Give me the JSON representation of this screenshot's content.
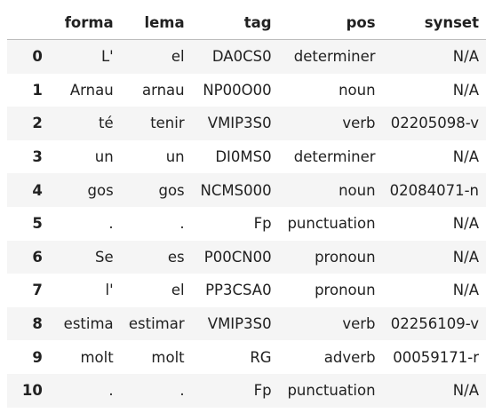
{
  "table": {
    "columns": [
      "",
      "forma",
      "lema",
      "tag",
      "pos",
      "synset"
    ],
    "rows": [
      {
        "index": "0",
        "forma": "L'",
        "lema": "el",
        "tag": "DA0CS0",
        "pos": "determiner",
        "synset": "N/A"
      },
      {
        "index": "1",
        "forma": "Arnau",
        "lema": "arnau",
        "tag": "NP00O00",
        "pos": "noun",
        "synset": "N/A"
      },
      {
        "index": "2",
        "forma": "té",
        "lema": "tenir",
        "tag": "VMIP3S0",
        "pos": "verb",
        "synset": "02205098-v"
      },
      {
        "index": "3",
        "forma": "un",
        "lema": "un",
        "tag": "DI0MS0",
        "pos": "determiner",
        "synset": "N/A"
      },
      {
        "index": "4",
        "forma": "gos",
        "lema": "gos",
        "tag": "NCMS000",
        "pos": "noun",
        "synset": "02084071-n"
      },
      {
        "index": "5",
        "forma": ".",
        "lema": ".",
        "tag": "Fp",
        "pos": "punctuation",
        "synset": "N/A"
      },
      {
        "index": "6",
        "forma": "Se",
        "lema": "es",
        "tag": "P00CN00",
        "pos": "pronoun",
        "synset": "N/A"
      },
      {
        "index": "7",
        "forma": "l'",
        "lema": "el",
        "tag": "PP3CSA0",
        "pos": "pronoun",
        "synset": "N/A"
      },
      {
        "index": "8",
        "forma": "estima",
        "lema": "estimar",
        "tag": "VMIP3S0",
        "pos": "verb",
        "synset": "02256109-v"
      },
      {
        "index": "9",
        "forma": "molt",
        "lema": "molt",
        "tag": "RG",
        "pos": "adverb",
        "synset": "00059171-r"
      },
      {
        "index": "10",
        "forma": ".",
        "lema": ".",
        "tag": "Fp",
        "pos": "punctuation",
        "synset": "N/A"
      }
    ]
  }
}
